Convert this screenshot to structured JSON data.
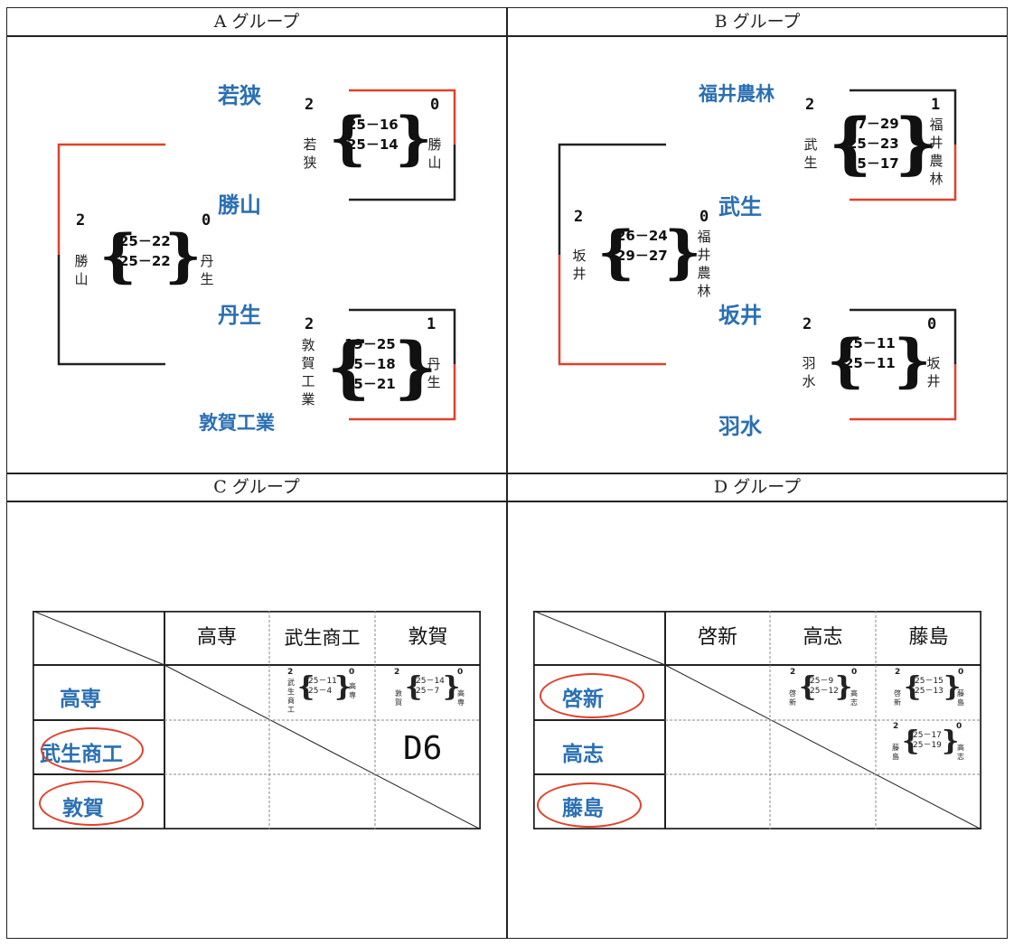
{
  "groups": {
    "a": {
      "title": "A グループ"
    },
    "b": {
      "title": "B グループ"
    },
    "c": {
      "title": "C グループ"
    },
    "d": {
      "title": "D グループ"
    }
  },
  "group_a": {
    "teams": [
      "若狭",
      "勝山",
      "丹生",
      "敦賀工業"
    ],
    "m1": {
      "left_score": "2",
      "right_score": "0",
      "left_team": "若狭",
      "right_team": "勝山",
      "sets": [
        "25－16",
        "25－14"
      ]
    },
    "m2": {
      "left_score": "2",
      "right_score": "1",
      "left_team": "敦賀工業",
      "right_team": "丹生",
      "sets": [
        "19－25",
        "25－18",
        "25－21"
      ]
    },
    "final": {
      "left_score": "2",
      "right_score": "0",
      "left_team": "勝山",
      "right_team": "丹生",
      "sets": [
        "25－22",
        "25－22"
      ]
    }
  },
  "group_b": {
    "teams": [
      "福井農林",
      "武生",
      "坂井",
      "羽水"
    ],
    "m1": {
      "left_score": "2",
      "right_score": "1",
      "left_team": "武生",
      "right_team": "福井農林",
      "sets": [
        "27－29",
        "25－23",
        "25－17"
      ]
    },
    "m2": {
      "left_score": "2",
      "right_score": "0",
      "left_team": "羽水",
      "right_team": "坂井",
      "sets": [
        "25－11",
        "25－11"
      ]
    },
    "final": {
      "left_score": "2",
      "right_score": "0",
      "left_team": "坂井",
      "right_team": "福井農林",
      "sets": [
        "26－24",
        "29－27"
      ]
    }
  },
  "group_c": {
    "columns": [
      "高専",
      "武生商工",
      "敦賀"
    ],
    "rows": [
      "高専",
      "武生商工",
      "敦賀"
    ],
    "c12": {
      "ls": "2",
      "rs": "0",
      "lt": "武生商工",
      "rt": "高専",
      "sets": [
        "25－11",
        "25－4"
      ]
    },
    "c13": {
      "ls": "2",
      "rs": "0",
      "lt": "敦賀",
      "rt": "高専",
      "sets": [
        "25－14",
        "25－7"
      ]
    },
    "c23_text": "D6"
  },
  "group_d": {
    "columns": [
      "啓新",
      "高志",
      "藤島"
    ],
    "rows": [
      "啓新",
      "高志",
      "藤島"
    ],
    "c12": {
      "ls": "2",
      "rs": "0",
      "lt": "啓新",
      "rt": "高志",
      "sets": [
        "25－9",
        "25－12"
      ]
    },
    "c13": {
      "ls": "2",
      "rs": "0",
      "lt": "啓新",
      "rt": "藤島",
      "sets": [
        "25－15",
        "25－13"
      ]
    },
    "c23": {
      "ls": "2",
      "rs": "0",
      "lt": "藤島",
      "rt": "高志",
      "sets": [
        "25－17",
        "25－19"
      ]
    }
  },
  "colors": {
    "winner_line": "#e0412b",
    "team_text": "#2a6fb3",
    "line": "#222222"
  }
}
